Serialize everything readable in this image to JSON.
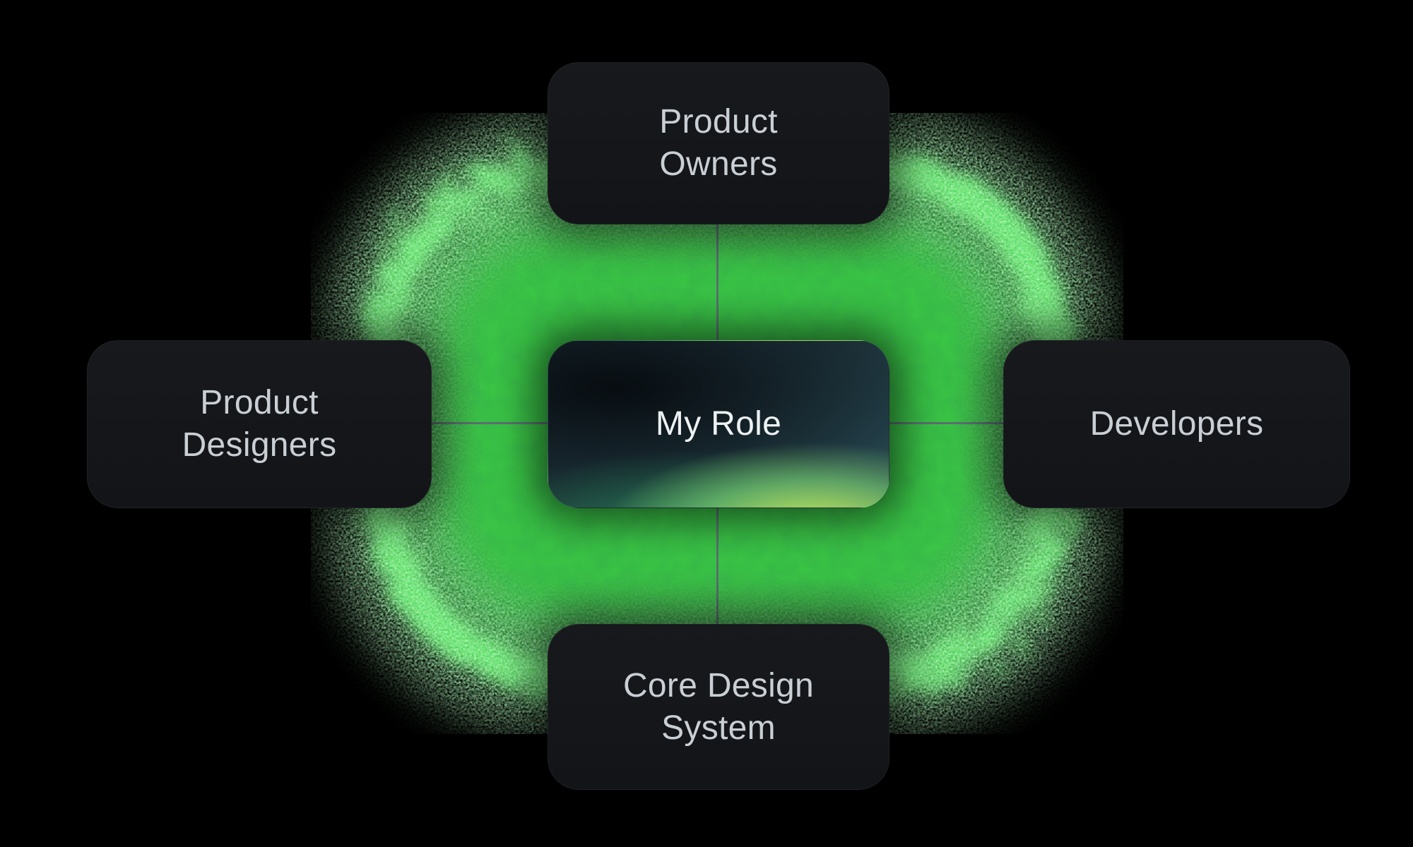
{
  "diagram": {
    "center": {
      "label": "My Role"
    },
    "nodes": [
      {
        "id": "product-owners",
        "label": "Product Owners",
        "position": "top"
      },
      {
        "id": "product-designers",
        "label": "Product Designers",
        "position": "left"
      },
      {
        "id": "developers",
        "label": "Developers",
        "position": "right"
      },
      {
        "id": "core-design-system",
        "label": "Core Design System",
        "position": "bottom"
      }
    ],
    "colors": {
      "background": "#000000",
      "card_background": "#15181c",
      "card_text": "#c9cfd4",
      "center_text": "#edf1f3",
      "glow_green": "#3fd94c",
      "glow_bright": "#5aef62",
      "accent_yellow_green": "#d0f05c",
      "connector": "#5e6c74"
    }
  }
}
